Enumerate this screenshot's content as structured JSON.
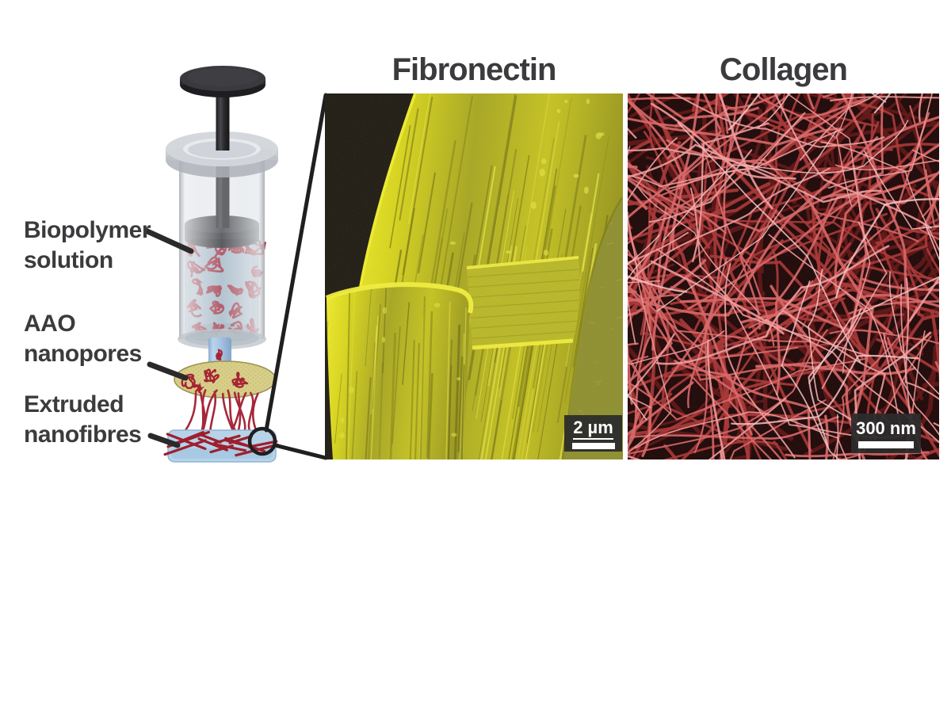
{
  "figure": {
    "description": "Nanofibre extrusion schematic with SEM micrographs",
    "background": "#ffffff",
    "text_color": "#3b3b3d",
    "line_color": "#222222"
  },
  "apparatus": {
    "labels": {
      "biopolymer": "Biopolymer\nsolution",
      "aao": "AAO\nnanopores",
      "extruded": "Extruded\nnanofibres"
    },
    "colors": {
      "liquid": "#a7bdcc",
      "polymer_red": "#a62434",
      "fibre_red": "#a5283a",
      "membrane": "#d8cf8a",
      "membrane_dot": "#b9ae67",
      "dish": "#b7d3e9",
      "plastic": "#c9cdd2",
      "plunger": "#2e2e31",
      "nozzle": "#a9c5e3"
    }
  },
  "panels": {
    "fibronectin": {
      "title": "Fibronectin",
      "scale_label": "2 µm",
      "palette": {
        "bg": "#1d1910",
        "olive": "#8e8e2c",
        "speck": "#a6a63a",
        "bright": "#e9e618",
        "mid": "#a8a61e",
        "striation": "#6b6910",
        "highlight": "#f2ef4a"
      }
    },
    "collagen": {
      "title": "Collagen",
      "scale_label": "300 nm",
      "palette": {
        "bg": "#1b0303",
        "shadow": "#5f1010",
        "mid": "#a83232",
        "light": "#d96464",
        "lighter": "#f29a9a",
        "lightest": "#f9c3c3"
      }
    }
  }
}
